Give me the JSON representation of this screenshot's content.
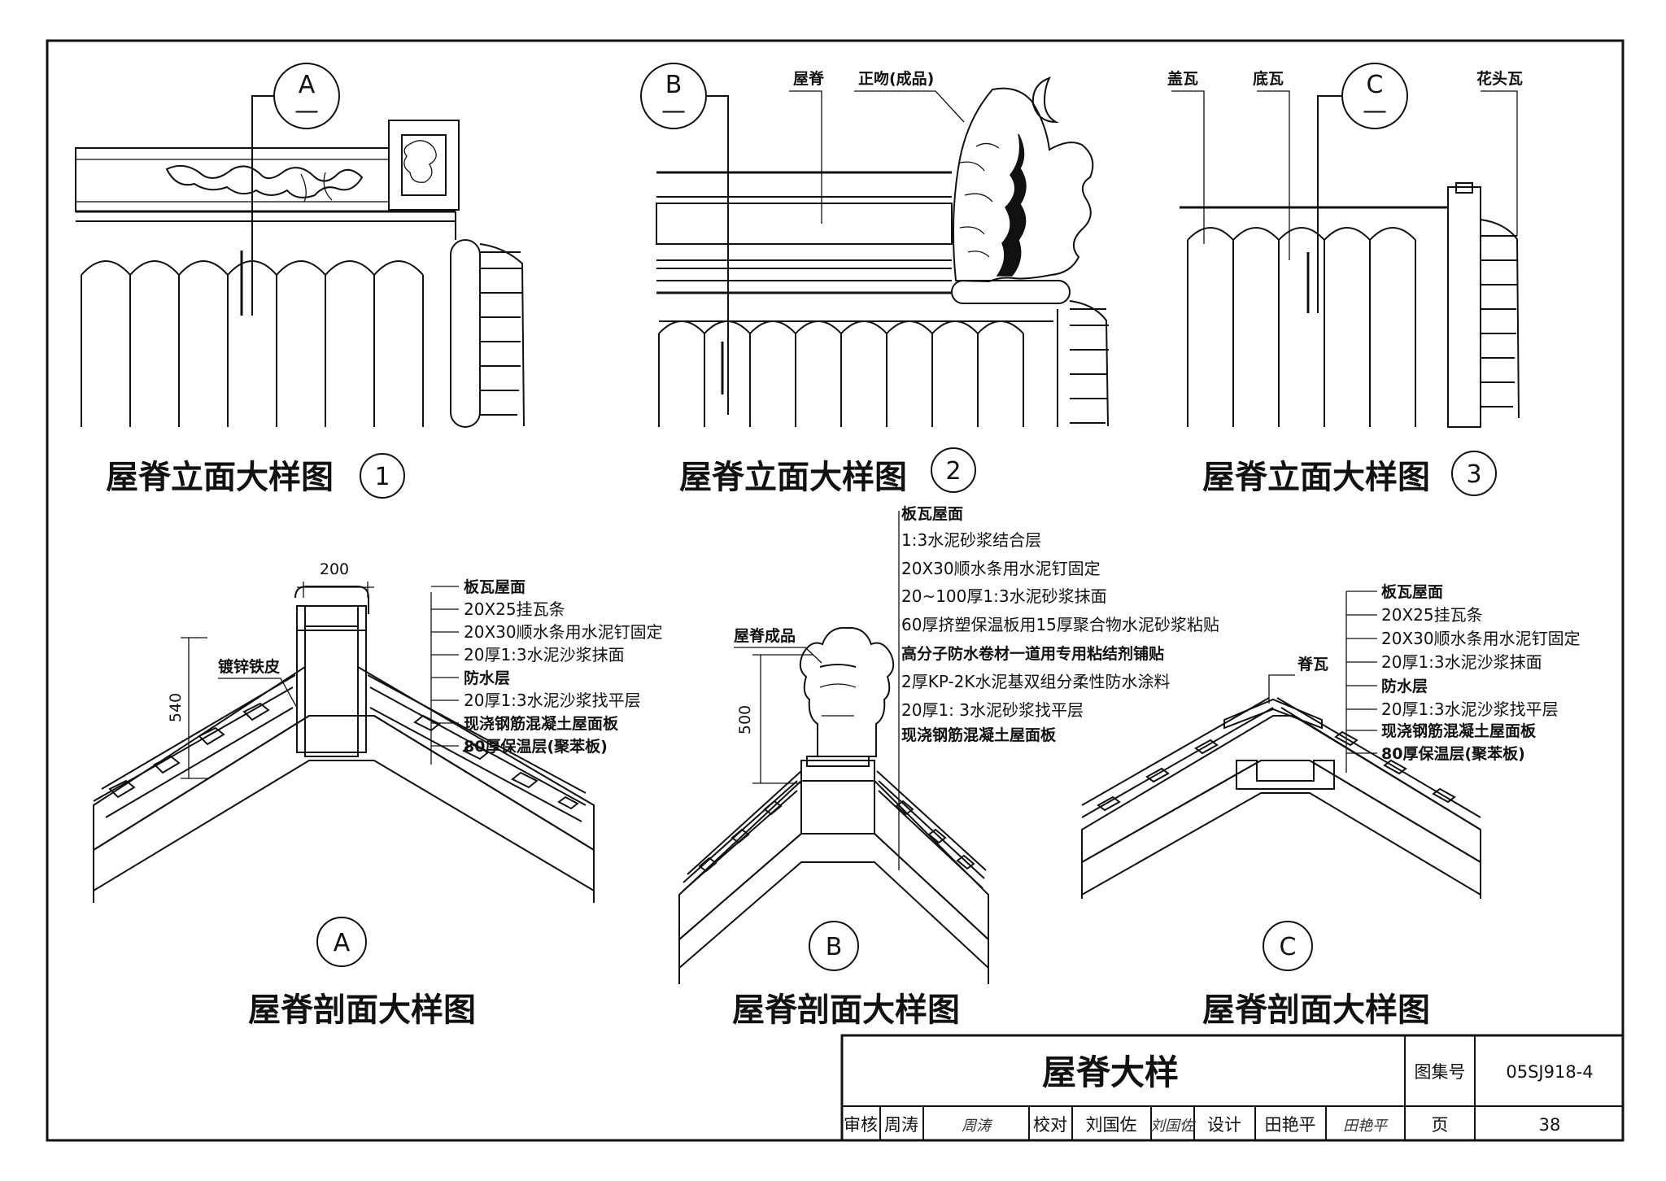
{
  "drawing_title": "屋脊大样",
  "elevations": [
    {
      "title": "屋脊立面大样图",
      "num": "1",
      "tag": "A",
      "tag_sub": "—"
    },
    {
      "title": "屋脊立面大样图",
      "num": "2",
      "tag": "B",
      "tag_sub": "—",
      "labels": [
        "屋脊",
        "正吻(成品)"
      ]
    },
    {
      "title": "屋脊立面大样图",
      "num": "3",
      "tag": "C",
      "tag_sub": "—",
      "labels": [
        "盖瓦",
        "底瓦",
        "花头瓦"
      ]
    }
  ],
  "sections": [
    {
      "title": "屋脊剖面大样图",
      "tag": "A",
      "dims": [
        "200",
        "540"
      ],
      "callout": "镀锌铁皮",
      "layers": [
        "板瓦屋面",
        "20X25挂瓦条",
        "20X30顺水条用水泥钉固定",
        "20厚1:3水泥沙浆抹面",
        "防水层",
        "20厚1:3水泥沙浆找平层",
        "现浇钢筋混凝土屋面板",
        "80厚保温层(聚苯板)"
      ]
    },
    {
      "title": "屋脊剖面大样图",
      "tag": "B",
      "dims": [
        "500"
      ],
      "callout": "屋脊成品",
      "layers": [
        "板瓦屋面",
        "1:3水泥砂浆结合层",
        "20X30顺水条用水泥钉固定",
        "20~100厚1:3水泥砂浆抹面",
        "60厚挤塑保温板用15厚聚合物水泥砂浆粘贴",
        "高分子防水卷材一道用专用粘结剂铺贴",
        "2厚KP-2K水泥基双组分柔性防水涂料",
        "20厚1: 3水泥砂浆找平层",
        "现浇钢筋混凝土屋面板"
      ]
    },
    {
      "title": "屋脊剖面大样图",
      "tag": "C",
      "callout": "脊瓦",
      "layers": [
        "板瓦屋面",
        "20X25挂瓦条",
        "20X30顺水条用水泥钉固定",
        "20厚1:3水泥沙浆抹面",
        "防水层",
        "20厚1:3水泥沙浆找平层",
        "现浇钢筋混凝土屋面板",
        "80厚保温层(聚苯板)"
      ]
    }
  ],
  "title_block": {
    "atlas_label": "图集号",
    "atlas_no": "05SJ918-4",
    "review_label": "审核",
    "reviewer": "周涛",
    "check_label": "校对",
    "checker": "刘国佐",
    "design_label": "设计",
    "designer": "田艳平",
    "page_label": "页",
    "page_no": "38"
  }
}
